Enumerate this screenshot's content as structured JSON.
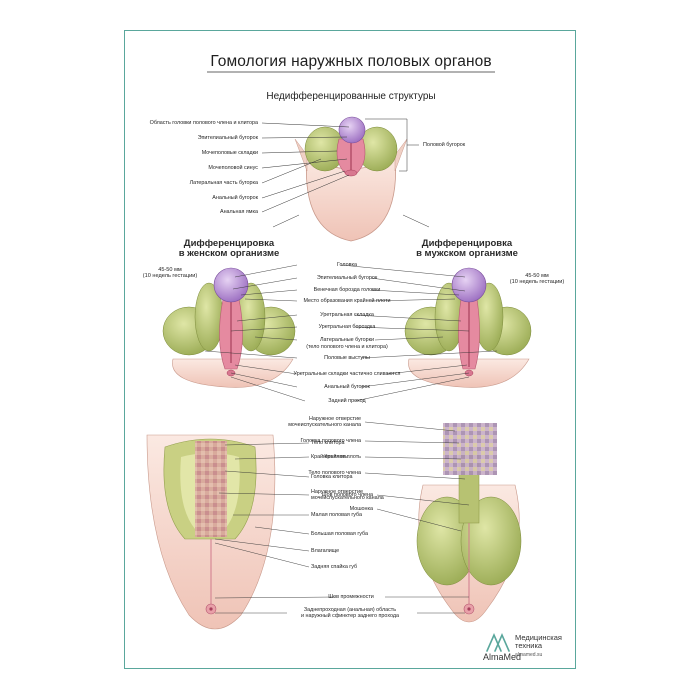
{
  "poster": {
    "title": "Гомология наружных половых органов",
    "subtitle": "Недифференцированные структуры"
  },
  "top_labels": [
    "Область головки полового члена и клитора",
    "Эпителиальный бугорок",
    "Мочеполовые складки",
    "Мочеполовой синус",
    "Латеральная часть бугорка",
    "Анальный бугорок",
    "Анальная ямка"
  ],
  "top_right_label": "Половой бугорок",
  "female_heading": {
    "line1": "Дифференцировка",
    "line2": "в женском организме"
  },
  "male_heading": {
    "line1": "Дифференцировка",
    "line2": "в мужском организме"
  },
  "female_note": {
    "line1": "45-50 мм",
    "line2": "(10 недель гестации)"
  },
  "male_note": {
    "line1": "45-50 мм",
    "line2": "(10 недель гестации)"
  },
  "middle_labels": [
    "Головка",
    "Эпителиальный бугорок",
    "Венечная борозда головки",
    "Место образования крайней плоти",
    "Уретральная складка",
    "Уретральная бороздка",
    "Латеральные бугорки",
    "(тело полового члена и клитора)",
    "Половые выступы",
    "Уретральные складки частично сливаются",
    "Анальный бугорок",
    "Задний проход"
  ],
  "bottom_left_labels": [
    "Тело клитора",
    "Крайняя плоть",
    "Головка клитора",
    "Наружное отверстие",
    "мочеиспускательного канала",
    "Малая половая губа",
    "Большая половая губа",
    "Влагалище",
    "Задняя спайка губ"
  ],
  "bottom_right_labels": [
    "Наружное отверстие",
    "мочеиспускательного канала",
    "Головка полового члена",
    "Крайняя плоть",
    "Тело полового члена",
    "Шов полового члена",
    "Мошонка"
  ],
  "bottom_center_labels": [
    "Шов промежности",
    "Заднепроходная (анальная) область",
    "и наружный сфинктер заднего прохода"
  ],
  "brand": {
    "name": "AlmaMed",
    "line1": "Медицинская",
    "line2": "техника",
    "site": "almamed.su"
  },
  "colors": {
    "frame": "#5aa79c",
    "tissue_green": "#b9c77a",
    "glans_purple": "#b48fd0",
    "skin": "#f6dcd2",
    "urethra_pink": "#e58aa0"
  }
}
